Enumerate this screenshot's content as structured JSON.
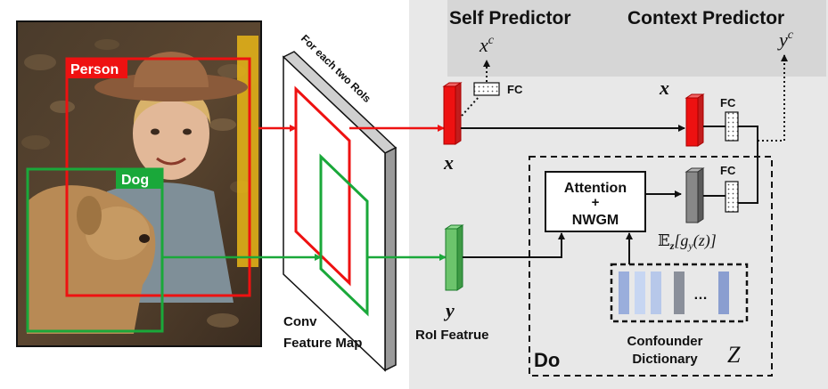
{
  "photo": {
    "person_label": "Person",
    "dog_label": "Dog",
    "person_color": "#ee1111",
    "dog_color": "#1aa83a"
  },
  "feature_map": {
    "caption_line1": "Conv",
    "caption_line2": "Feature Map",
    "top_note": "For each two RoIs"
  },
  "self_predictor": {
    "title": "Self Predictor",
    "output": "x",
    "output_sup": "c",
    "fc": "FC"
  },
  "context_predictor": {
    "title": "Context Predictor",
    "output": "y",
    "output_sup": "c",
    "fc_top": "FC",
    "fc_bottom": "FC"
  },
  "features": {
    "x_label": "x",
    "x_label_right": "x",
    "y_label": "y",
    "roi_caption": "RoI Featrue",
    "x_color": "#ee1111",
    "y_color": "#1aa83a"
  },
  "do_block": {
    "label": "Do",
    "attention_line1": "Attention",
    "attention_plus": "+",
    "attention_line2": "NWGM",
    "expectation": "𝔼",
    "expectation_sub": "z",
    "expectation_body": "[g",
    "expectation_sub2": "y",
    "expectation_tail": "(z)]",
    "dict_line1": "Confounder",
    "dict_line2": "Dictionary",
    "dict_symbol": "Z",
    "dict_ellipsis": "…"
  },
  "colors": {
    "panel_gray": "#e8e8e8",
    "header_gray": "#d6d6d6",
    "dict_light": "#b7c8ea",
    "dict_mid": "#9aaedc",
    "dict_dark": "#8a8f9a"
  }
}
